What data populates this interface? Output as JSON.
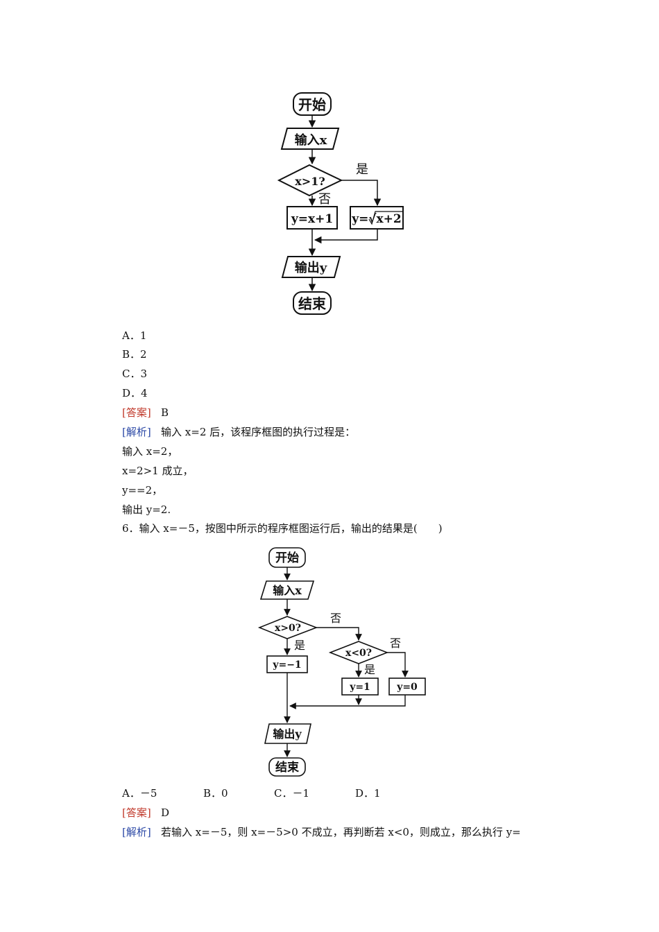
{
  "flow1": {
    "start": "开始",
    "input": "输入x",
    "cond": "x>1?",
    "yes": "是",
    "no": "否",
    "box_left": "y=x+1",
    "box_right": "y=√x+2",
    "output": "输出y",
    "end": "结束"
  },
  "q5": {
    "options": [
      "A．1",
      "B．2",
      "C．3",
      "D．4"
    ],
    "answer_tag": "[答案]",
    "answer": "B",
    "analysis_tag": "[解析]",
    "analysis_lines": [
      "输入 x=2 后，该程序框图的执行过程是：",
      "输入 x=2，",
      "x=2>1 成立，",
      "y==2，",
      "输出 y=2."
    ]
  },
  "q6": {
    "question": "6．输入 x=－5，按图中所示的程序框图运行后，输出的结果是(　　)",
    "options": [
      "A．－5",
      "B．0",
      "C．－1",
      "D．1"
    ],
    "answer_tag": "[答案]",
    "answer": "D",
    "analysis_tag": "[解析]",
    "analysis": "若输入 x=－5，则 x=－5>0 不成立，再判断若 x<0，则成立，那么执行 y="
  },
  "flow2": {
    "start": "开始",
    "input": "输入x",
    "cond1": "x>0?",
    "no1": "否",
    "yes1": "是",
    "box_a": "y=−1",
    "cond2": "x<0?",
    "no2": "否",
    "yes2": "是",
    "box_b": "y=1",
    "box_c": "y=0",
    "output": "输出y",
    "end": "结束"
  }
}
